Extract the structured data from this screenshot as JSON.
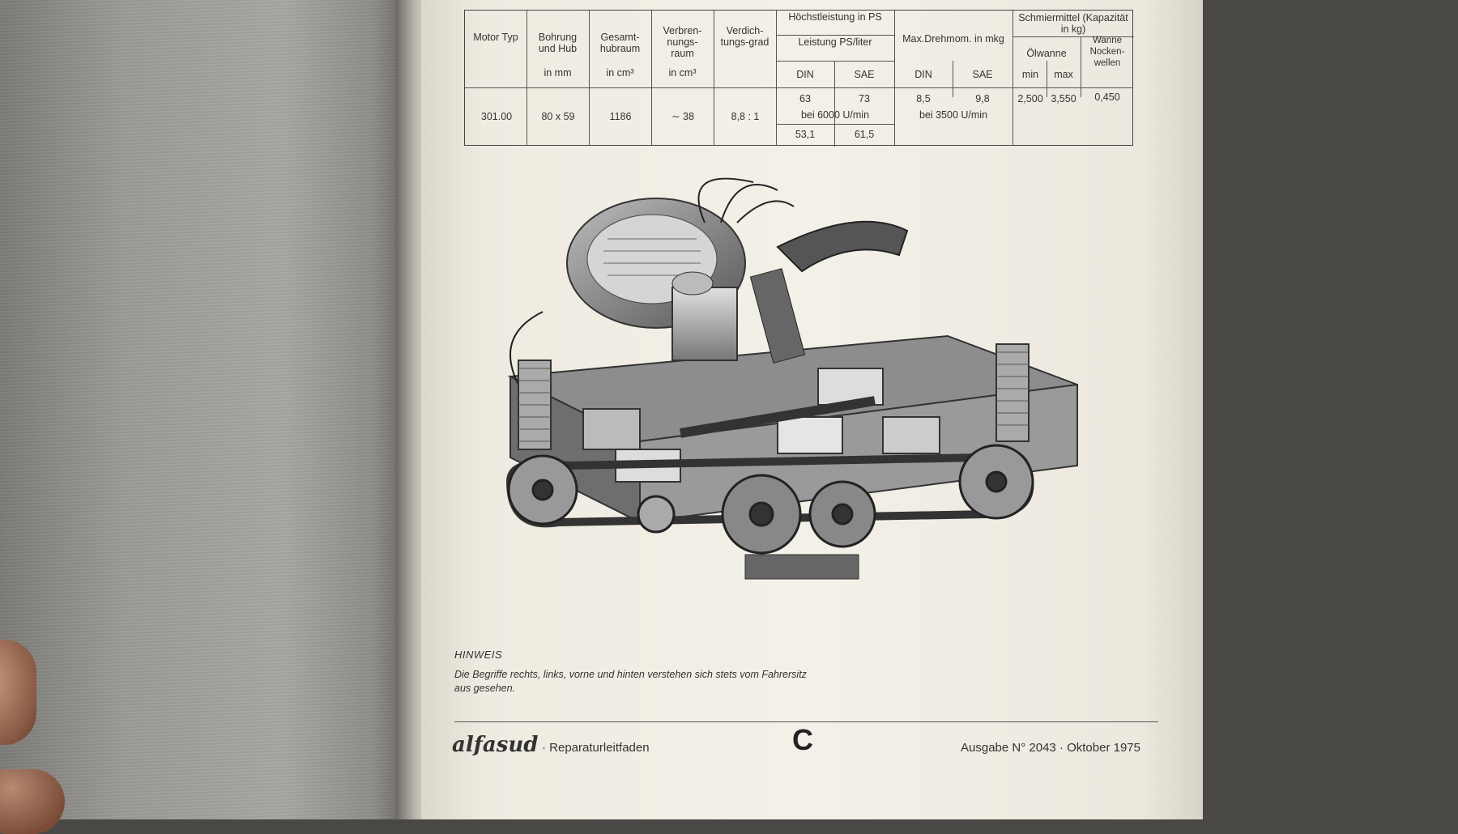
{
  "table": {
    "headers": {
      "motor_typ": "Motor Typ",
      "bohrung": "Bohrung und Hub",
      "bohrung_unit": "in mm",
      "gesamt": "Gesamt-hubraum",
      "gesamt_unit": "in cm³",
      "verbrennung": "Verbren-nungs-raum",
      "verbrennung_unit": "in cm³",
      "verdichtung": "Verdich-tungs-grad",
      "hoechst": "Höchstleistung in PS",
      "leistung": "Leistung PS/liter",
      "din": "DIN",
      "sae": "SAE",
      "drehmom": "Max.Drehmom. in mkg",
      "din2": "DIN",
      "sae2": "SAE",
      "schmier": "Schmiermittel (Kapazität in kg)",
      "oelwanne": "Ölwanne",
      "min": "min",
      "max": "max",
      "wanne": "Wanne Nocken-wellen"
    },
    "row": {
      "motor_typ": "301.00",
      "bohrung": "80 x 59",
      "gesamt": "1186",
      "verbrennung": "∼ 38",
      "verdichtung": "8,8 : 1",
      "ps_din": "63",
      "ps_sae": "73",
      "ps_rpm": "bei 6000 U/min",
      "liter_din": "53,1",
      "liter_sae": "61,5",
      "mkg_din": "8,5",
      "mkg_sae": "9,8",
      "mkg_rpm": "bei 3500 U/min",
      "oel_min": "2,500",
      "oel_max": "3,550",
      "wanne": "0,450"
    }
  },
  "note": {
    "title": "HINWEIS",
    "text": "Die Begriffe rechts, links, vorne und hinten verstehen sich stets vom Fahrersitz aus gesehen."
  },
  "footer": {
    "brand": "alfasud",
    "subtitle": "· Reparaturleitfaden",
    "section": "C",
    "edition": "Ausgabe N° 2043 · Oktober 1975"
  }
}
